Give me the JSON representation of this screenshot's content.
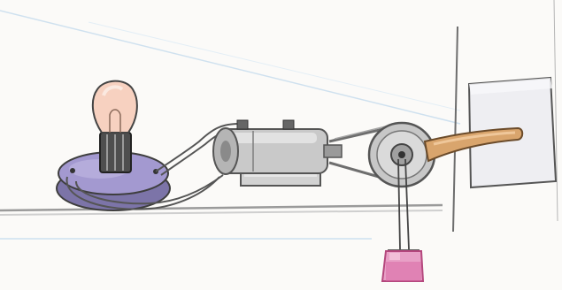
{
  "figure": {
    "subject": "",
    "components": [
      {
        "name": "light-bulb",
        "color": "#f5c9b8"
      },
      {
        "name": "bulb-base-disc",
        "color": "#9a8fc3"
      },
      {
        "name": "connecting-wires",
        "color": "#555555"
      },
      {
        "name": "generator-dynamo",
        "color": "#c9c9c9"
      },
      {
        "name": "drive-belt",
        "color": "#777777"
      },
      {
        "name": "pulley-wheel",
        "color": "#cfcfcf"
      },
      {
        "name": "hand-crank-handle",
        "color": "#d7a16a"
      },
      {
        "name": "hanging-weight",
        "color": "#e37eb2"
      },
      {
        "name": "wall-plate",
        "color": "#e9e9ee"
      }
    ]
  }
}
